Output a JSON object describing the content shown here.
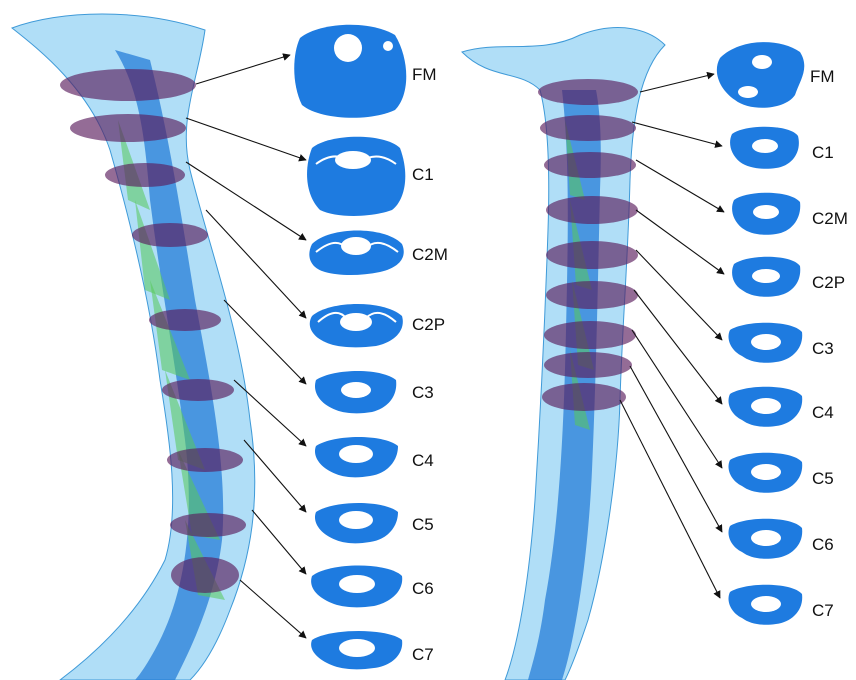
{
  "colors": {
    "canal_outer": "#6fc3f0",
    "cord": "#1e78d6",
    "section_ring": "#5a1d5e",
    "rootlets": "#58c85a",
    "section_fill": "#1e7be0",
    "arrow": "#111111"
  },
  "left_panel": {
    "levels": [
      "FM",
      "C1",
      "C2M",
      "C2P",
      "C3",
      "C4",
      "C5",
      "C6",
      "C7"
    ]
  },
  "right_panel": {
    "levels": [
      "FM",
      "C1",
      "C2M",
      "C2P",
      "C3",
      "C4",
      "C5",
      "C6",
      "C7"
    ]
  }
}
